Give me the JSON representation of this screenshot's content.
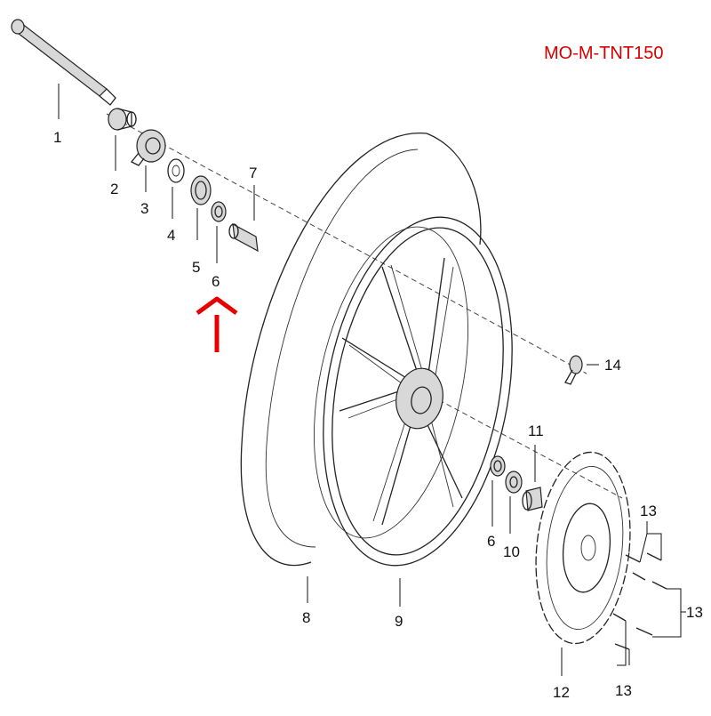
{
  "model_code": "MO-M-TNT150",
  "colors": {
    "model_code": "#d40000",
    "arrow": "#e60000",
    "line": "#222222"
  },
  "highlight": {
    "target_part": "6",
    "arrow_direction": "up"
  },
  "parts": [
    {
      "number": "1"
    },
    {
      "number": "2"
    },
    {
      "number": "3"
    },
    {
      "number": "4"
    },
    {
      "number": "5"
    },
    {
      "number": "6"
    },
    {
      "number": "7"
    },
    {
      "number": "6"
    },
    {
      "number": "10"
    },
    {
      "number": "11"
    },
    {
      "number": "14"
    },
    {
      "number": "8"
    },
    {
      "number": "9"
    },
    {
      "number": "12"
    },
    {
      "number": "13"
    },
    {
      "number": "13"
    },
    {
      "number": "13"
    }
  ]
}
